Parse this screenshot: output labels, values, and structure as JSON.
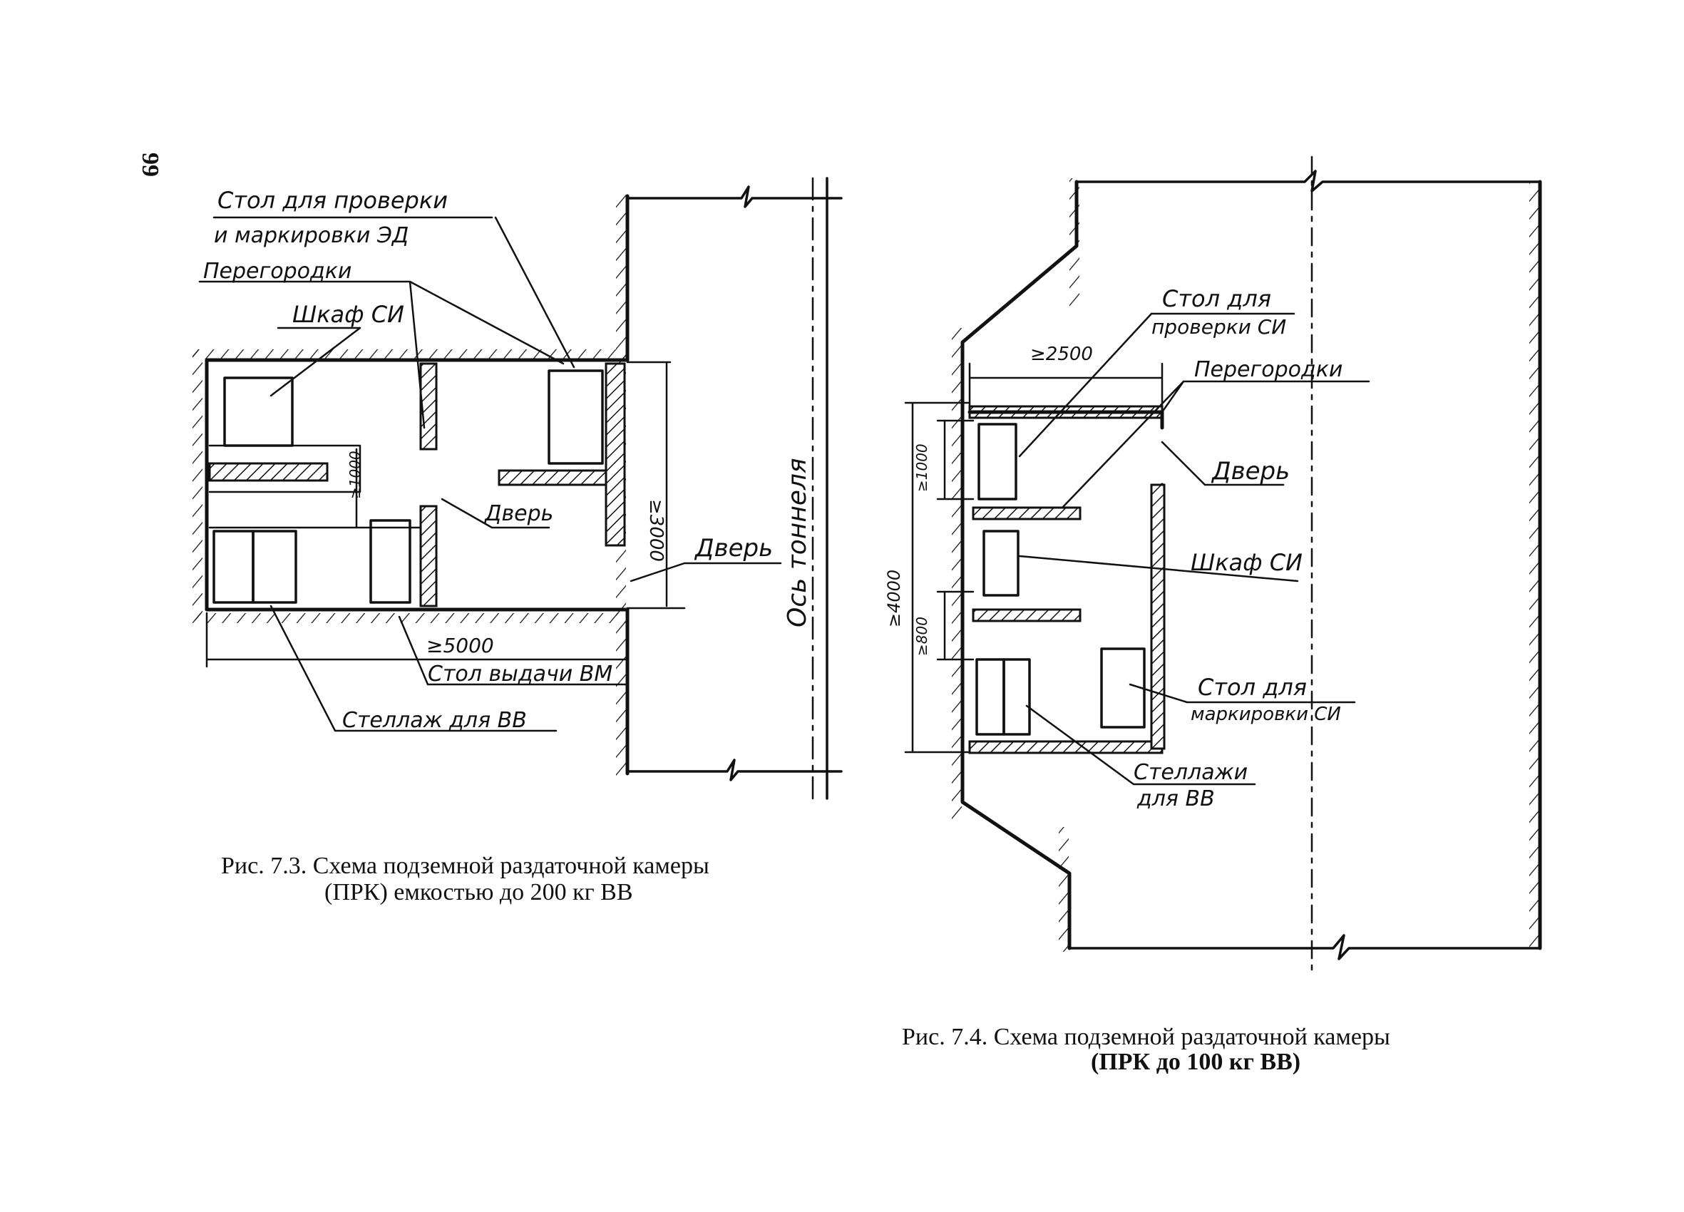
{
  "page_number": "99",
  "fig73": {
    "labels": {
      "table_check": "Стол для проверки",
      "table_check2": "и маркировки ЭД",
      "partitions": "Перегородки",
      "cabinet": "Шкаф СИ",
      "door_inner": "Дверь",
      "door_outer": "Дверь",
      "dim_1000": "≥1000",
      "dim_3000": "≥3000",
      "dim_5000": "≥5000",
      "table_issue": "Стол выдачи ВМ",
      "rack": "Стеллаж для ВВ",
      "tunnel_axis": "Ось тоннеля"
    },
    "caption_line1": "Рис. 7.3. Схема подземной раздаточной камеры",
    "caption_line2": "(ПРК) емкостью до 200 кг ВВ"
  },
  "fig74": {
    "labels": {
      "table_check1": "Стол для",
      "table_check2": "проверки СИ",
      "dim_2500": "≥2500",
      "partitions": "Перегородки",
      "dim_1000": "≥1000",
      "door": "Дверь",
      "dim_4000": "≥4000",
      "cabinet": "Шкаф СИ",
      "dim_800": "≥800",
      "table_mark1": "Стол для",
      "table_mark2": "маркировки СИ",
      "racks1": "Стеллажи",
      "racks2": "для ВВ"
    },
    "caption_line1": "Рис. 7.4. Схема подземной раздаточной камеры",
    "caption_line2": "(ПРК до 100 кг ВВ)"
  }
}
